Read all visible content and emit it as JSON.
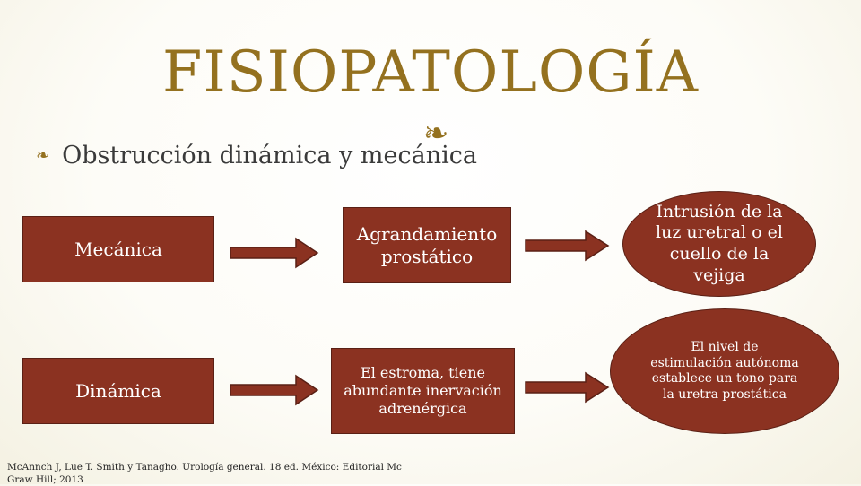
{
  "slide": {
    "title": "FISIOPATOLOGÍA",
    "ornament": "❧",
    "bullet": {
      "marker": "❧",
      "text": "Obstrucción dinámica y mecánica"
    },
    "rows": [
      {
        "category": "Mecánica",
        "middle": "Agrandamiento prostático",
        "result": "Intrusión de la luz uretral o el cuello de la vejiga"
      },
      {
        "category": "Dinámica",
        "middle": "El estroma, tiene abundante inervación adrenérgica",
        "result": "El nivel de estimulación autónoma establece un tono para la uretra prostática"
      }
    ],
    "citation": "McAnnch J, Lue T. Smith y Tanagho. Urología general. 18 ed. México: Editorial Mc Graw Hill; 2013"
  },
  "colors": {
    "title": "#94711f",
    "box_fill": "#8b3221",
    "box_border": "#5a2015",
    "box_text": "#ffffff"
  }
}
